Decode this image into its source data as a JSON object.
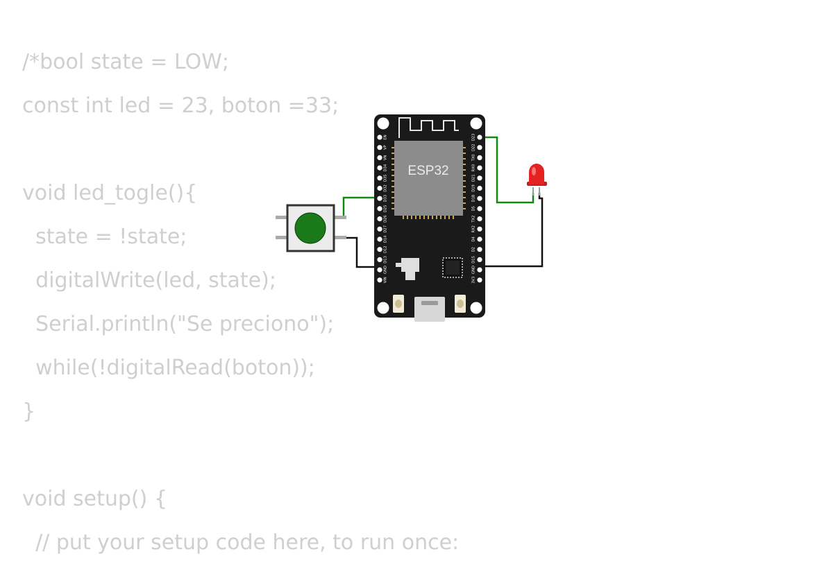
{
  "code_lines": [
    "/*bool state = LOW;",
    "const int led = 23, boton =33;",
    "",
    "void led_togle(){",
    "  state = !state;",
    "  digitalWrite(led, state);",
    "  Serial.println(\"Se preciono\");",
    "  while(!digitalRead(boton));",
    "}",
    "",
    "void setup() {",
    "  // put your setup code here, to run once:"
  ],
  "board": {
    "chip_label": "ESP32",
    "left_pins": [
      "EN",
      "VP",
      "VN",
      "D34",
      "D35",
      "D32",
      "D33",
      "D25",
      "D26",
      "D27",
      "D14",
      "D12",
      "D13",
      "GND",
      "VIN"
    ],
    "right_pins": [
      "D23",
      "D22",
      "TX0",
      "RX0",
      "D21",
      "D19",
      "D18",
      "D5",
      "TX2",
      "RX2",
      "D4",
      "D2",
      "D15",
      "GND",
      "3V3"
    ]
  },
  "colors": {
    "code_text": "#cfcfcf",
    "board": "#1a1a1a",
    "chip": "#8c8c8c",
    "button_cap": "#1a7a1a",
    "led": "#e52222",
    "wire_signal": "#118811",
    "wire_ground": "#111111"
  }
}
